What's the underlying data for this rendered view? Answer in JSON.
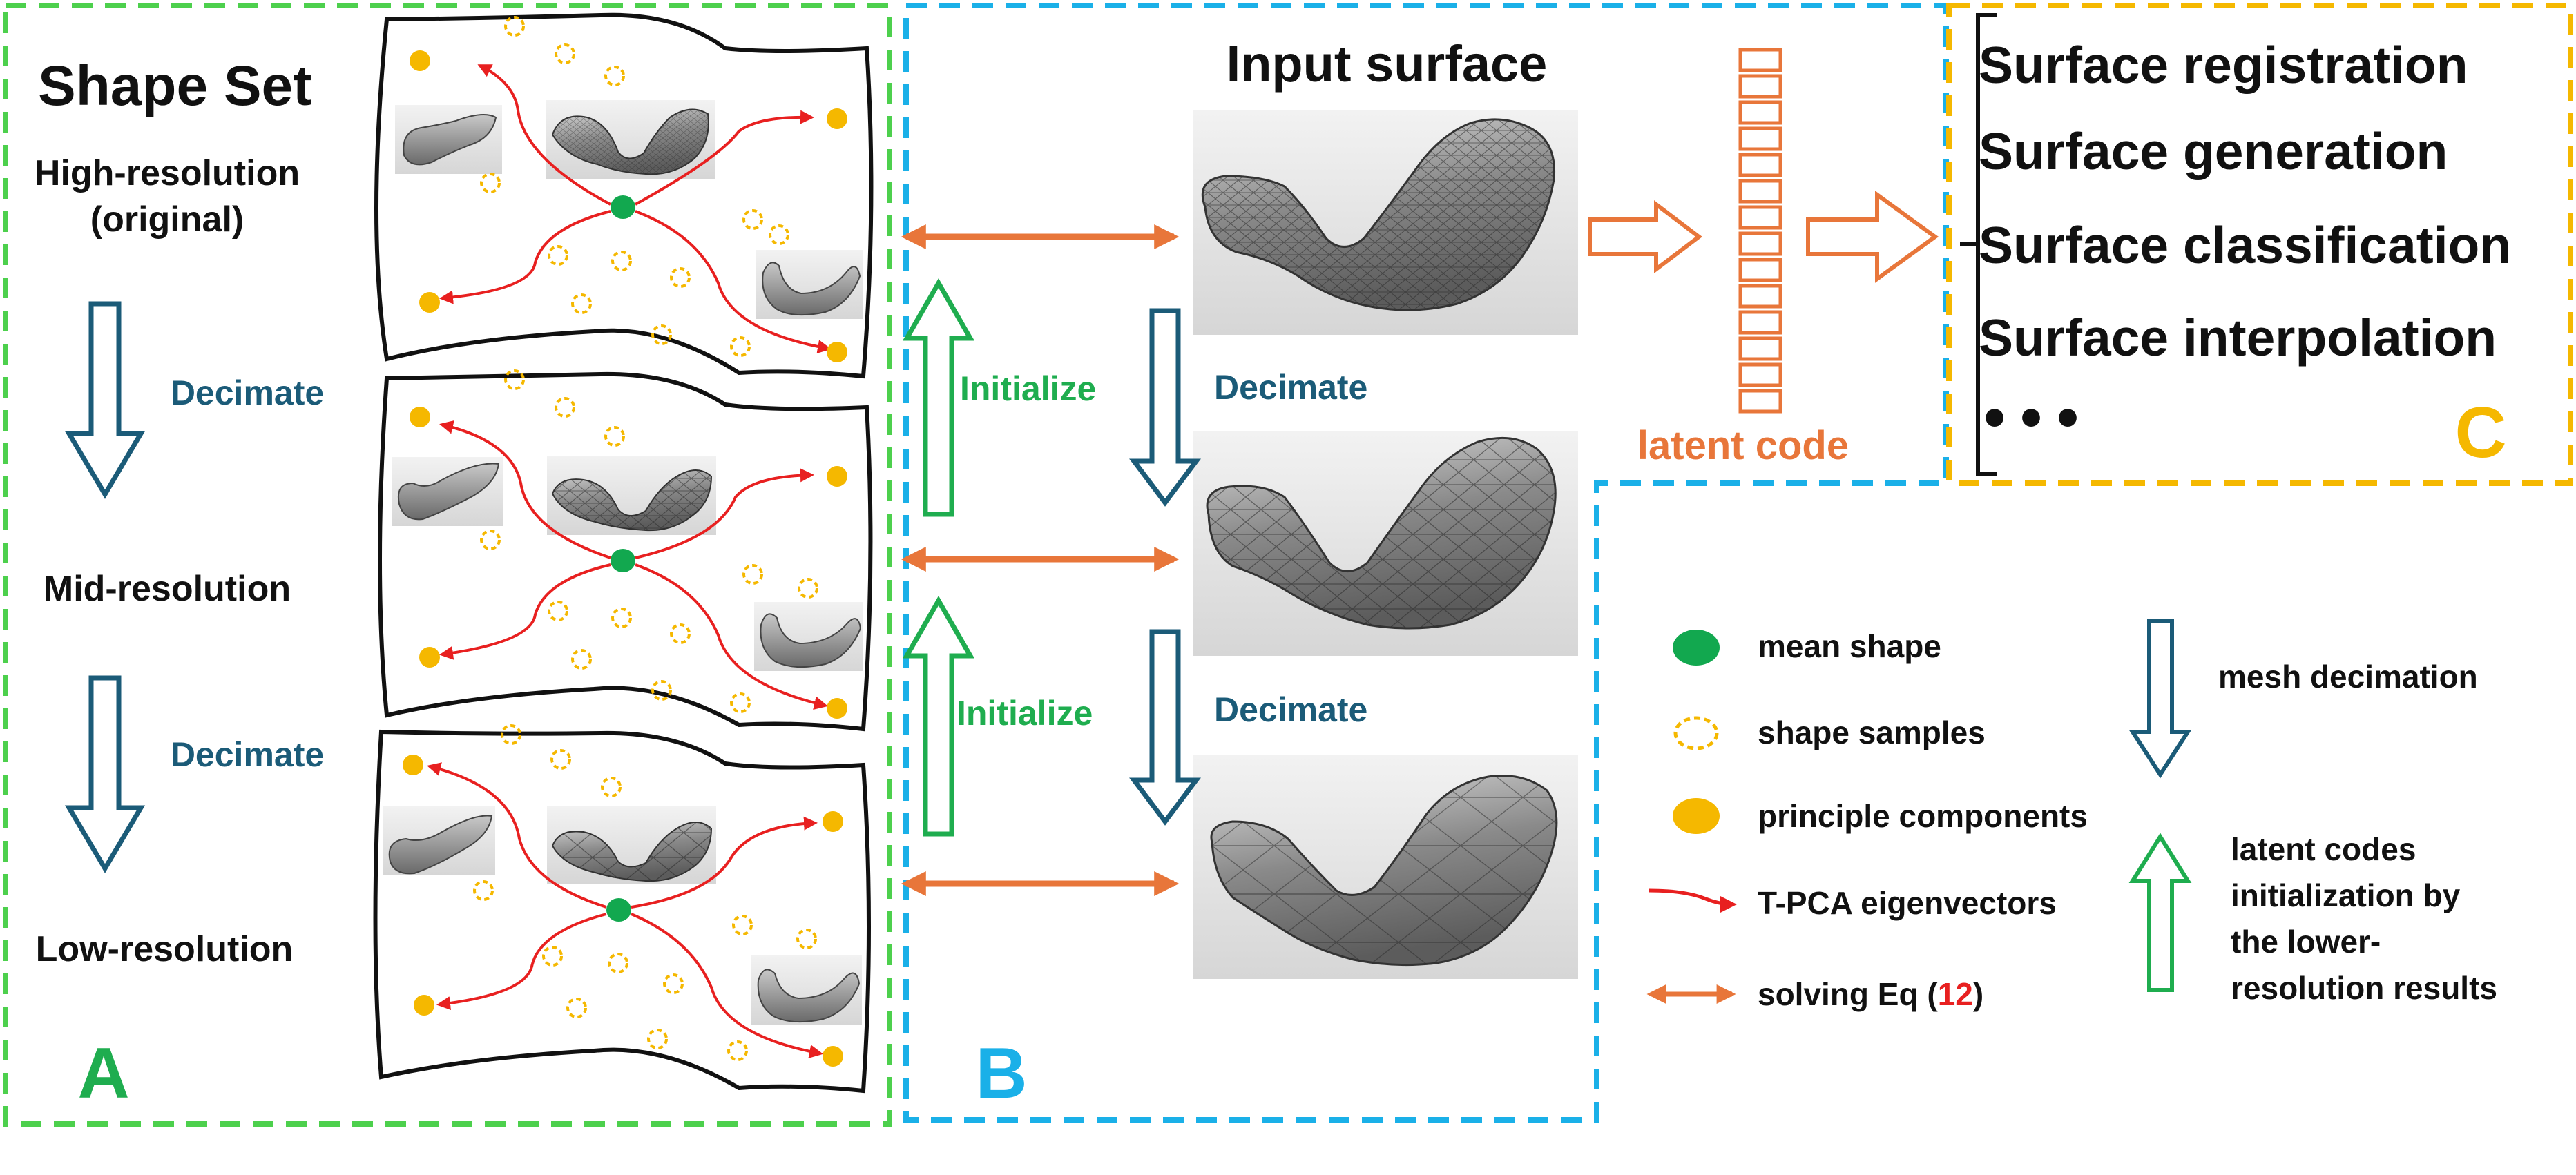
{
  "panel_a": {
    "title": "Shape Set",
    "level_high_line1": "High-resolution",
    "level_high_line2": "(original)",
    "level_mid": "Mid-resolution",
    "level_low": "Low-resolution",
    "decimate_1": "Decimate",
    "decimate_2": "Decimate",
    "panel_letter": "A"
  },
  "panel_b": {
    "input_title": "Input surface",
    "initialize_1": "Initialize",
    "initialize_2": "Initialize",
    "decimate_1": "Decimate",
    "decimate_2": "Decimate",
    "latent_code": "latent code",
    "panel_letter": "B"
  },
  "panel_c": {
    "applications": [
      "Surface registration",
      "Surface generation",
      "Surface classification",
      "Surface interpolation"
    ],
    "ellipsis": "● ● ●",
    "panel_letter": "C"
  },
  "legend": {
    "mean_shape": "mean shape",
    "shape_samples": "shape samples",
    "principle_components": "principle components",
    "tpca": "T-PCA eigenvectors",
    "solving_prefix": "solving Eq (",
    "solving_eq": "12",
    "solving_suffix": ")",
    "mesh_decimation": "mesh decimation",
    "latent_init_line1": "latent codes",
    "latent_init_line2": "initialization by",
    "latent_init_line3": "the lower-",
    "latent_init_line4": "resolution results"
  },
  "colors": {
    "panel_a_border": "#4dd04d",
    "panel_b_border": "#1ab0e8",
    "panel_c_border": "#f5b800",
    "decimate_arrow": "#1b5b78",
    "initialize_arrow": "#1fad4f",
    "solve_arrow": "#e8763a",
    "mean_shape": "#12a84f",
    "principal": "#f5b800",
    "tpca": "#e82020",
    "equation_ref": "#e82020"
  }
}
